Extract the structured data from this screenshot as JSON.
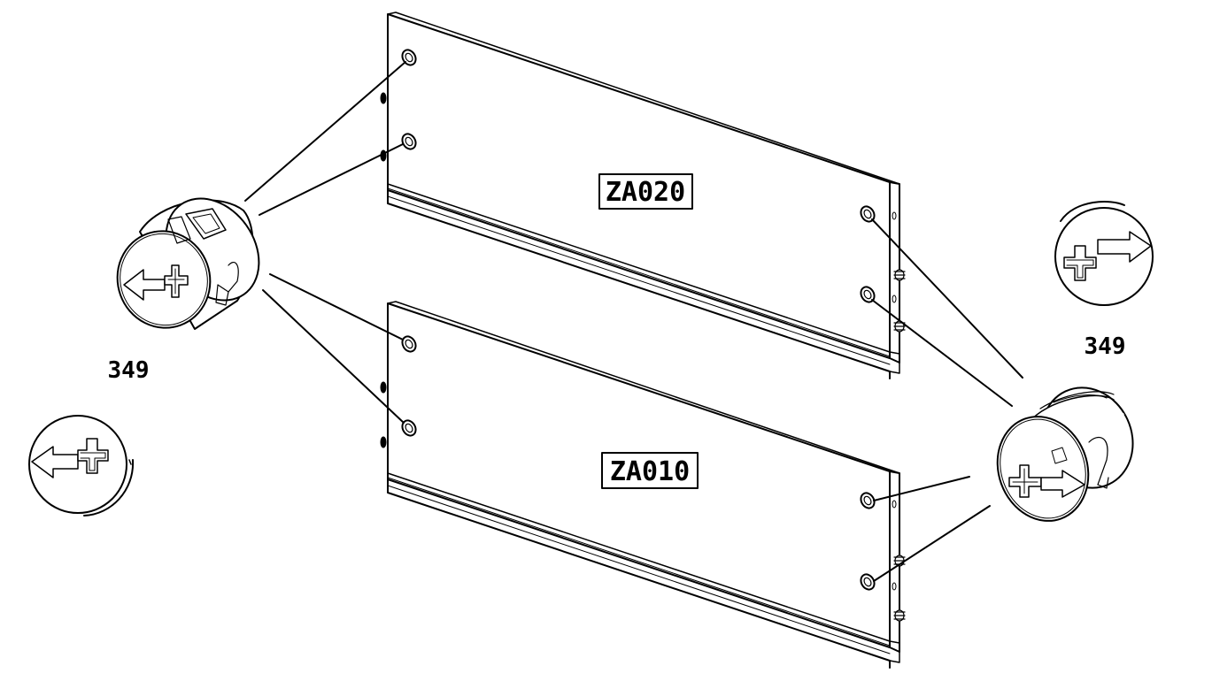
{
  "panels": {
    "top": {
      "label": "ZA020"
    },
    "bottom": {
      "label": "ZA010"
    }
  },
  "fittings": {
    "left": {
      "part_number": "349",
      "arrow_direction": "left"
    },
    "right": {
      "part_number": "349",
      "arrow_direction": "right"
    }
  },
  "icons": {
    "left_symbol": "cam-lock-arrow-left-icon",
    "right_symbol": "cam-lock-arrow-right-icon"
  },
  "colors": {
    "line": "#000000",
    "background": "#ffffff"
  }
}
